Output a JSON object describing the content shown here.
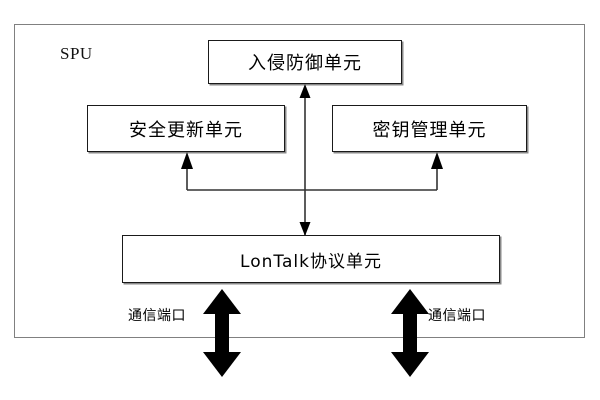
{
  "diagram": {
    "title": "SPU",
    "frame_label": "SPU",
    "colors": {
      "frame_border": "#808080",
      "box_border": "#1a1a1a",
      "connector": "#333333",
      "arrow_fill": "#000000",
      "background": "#ffffff"
    },
    "boxes": [
      {
        "id": "intrusion-prevention",
        "label": "入侵防御单元"
      },
      {
        "id": "security-update",
        "label": "安全更新单元"
      },
      {
        "id": "key-management",
        "label": "密钥管理单元"
      },
      {
        "id": "lontalk-protocol",
        "label": "LonTalk协议单元"
      }
    ],
    "ports": [
      {
        "id": "comm-port-left",
        "label": "通信端口"
      },
      {
        "id": "comm-port-right",
        "label": "通信端口"
      }
    ]
  }
}
